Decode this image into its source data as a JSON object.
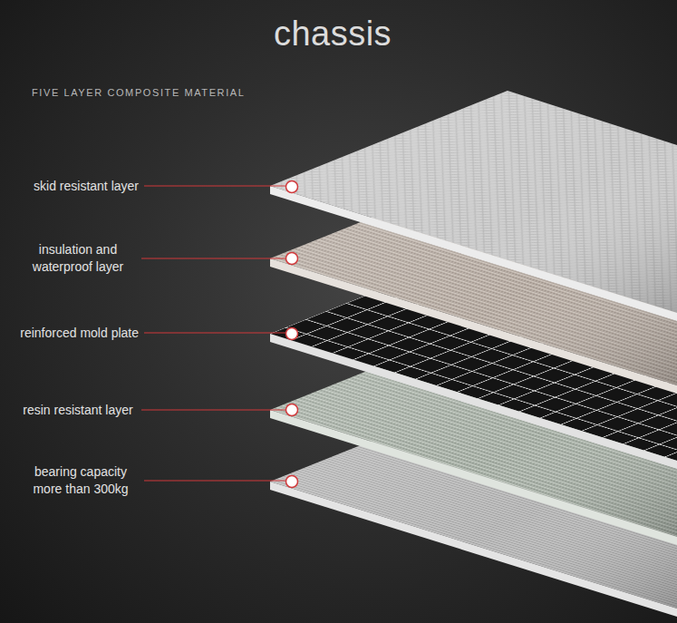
{
  "diagram": {
    "title": "chassis",
    "labels": [
      "FIVE LAYER COMPOSITE MATERIAL",
      "skid resistant layer",
      "insulation and waterproof layer",
      "reinforced mold plate",
      "resin resistant layer",
      "bearing capacity more than 300kg"
    ]
  }
}
